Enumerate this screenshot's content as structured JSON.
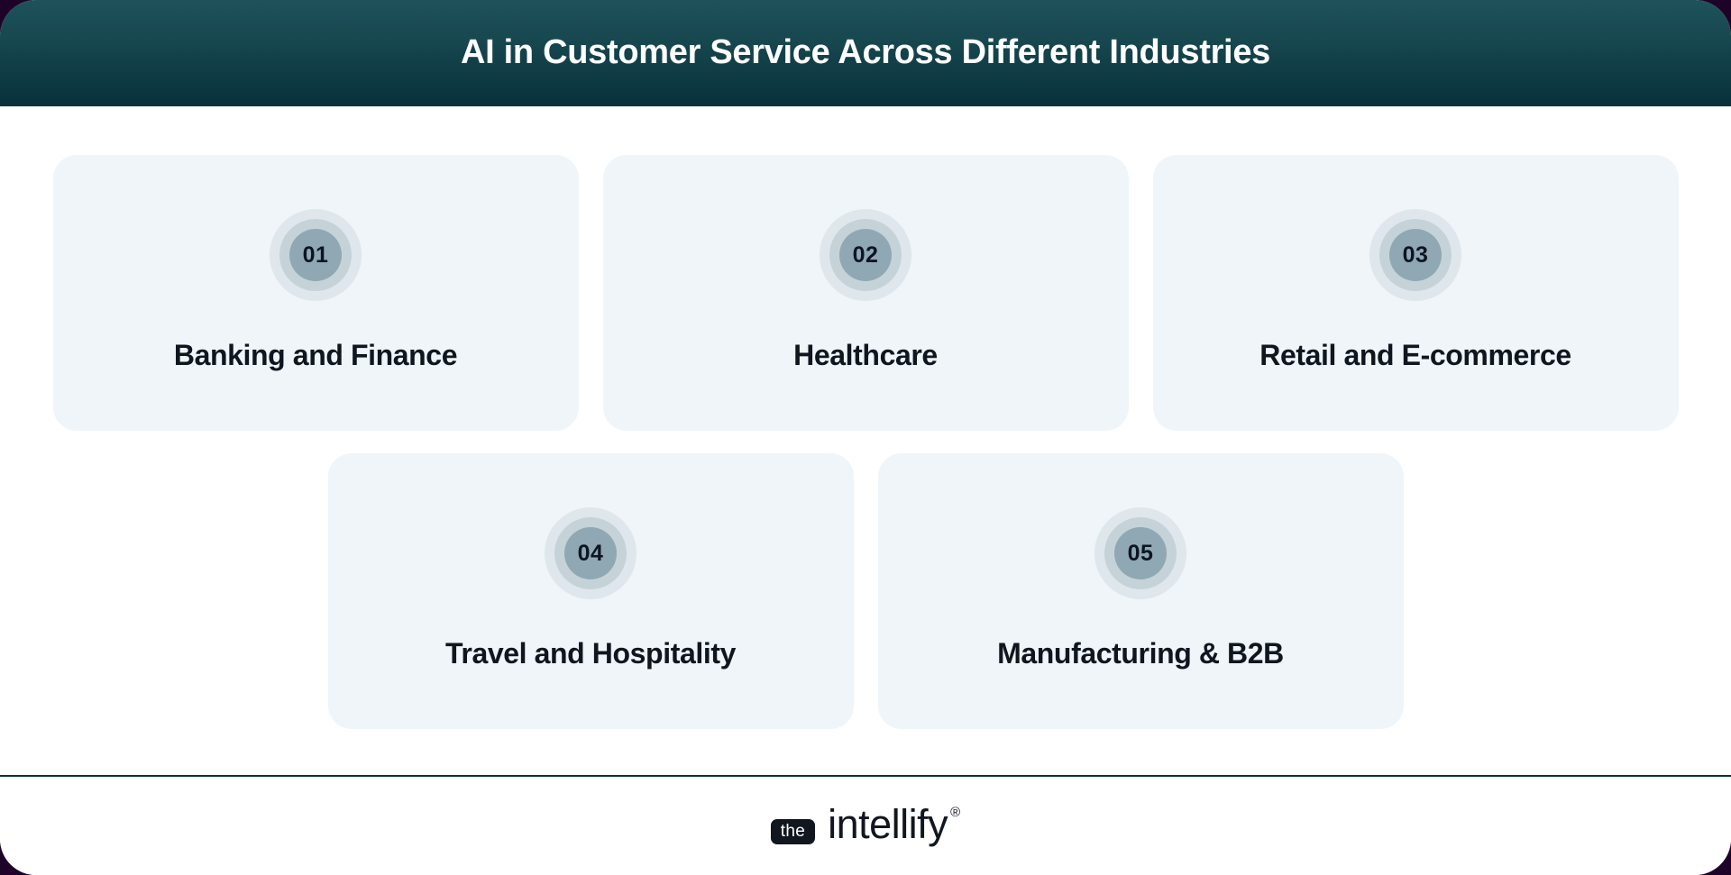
{
  "header": {
    "title": "AI in Customer Service Across Different Industries"
  },
  "cards": [
    {
      "number": "01",
      "title": "Banking and Finance"
    },
    {
      "number": "02",
      "title": "Healthcare"
    },
    {
      "number": "03",
      "title": "Retail and E-commerce"
    },
    {
      "number": "04",
      "title": "Travel and Hospitality"
    },
    {
      "number": "05",
      "title": "Manufacturing & B2B"
    }
  ],
  "footer": {
    "logo_badge": "the",
    "logo_word": "intellify",
    "logo_registered": "®"
  },
  "colors": {
    "page_background": "#1d0327",
    "header_gradient_top": "#1e525b",
    "header_gradient_bottom": "#07303a",
    "card_background": "#eff5f9",
    "badge_outer": "#dfe7ec",
    "badge_mid": "#c5d3d9",
    "badge_inner": "#8fa8b3",
    "text_dark": "#10161f",
    "text_light": "#ffffff",
    "divider": "#0c323a"
  }
}
